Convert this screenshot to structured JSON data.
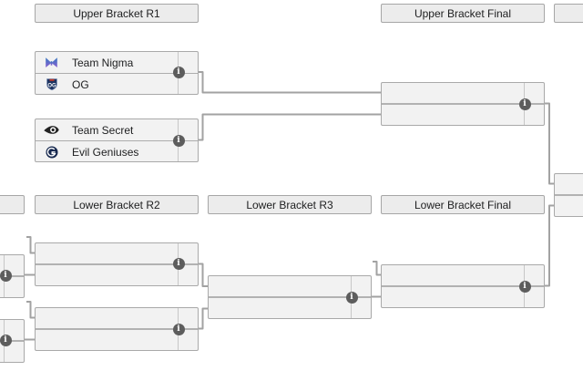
{
  "headers": {
    "upper_r1": "Upper Bracket R1",
    "upper_final": "Upper Bracket Final",
    "lower_r2": "Lower Bracket R2",
    "lower_r3": "Lower Bracket R3",
    "lower_final": "Lower Bracket Final"
  },
  "matches": {
    "ub_r1_m1": {
      "slots": [
        {
          "name": "Team Nigma",
          "score": "",
          "logo_icon": "team-nigma-logo"
        },
        {
          "name": "OG",
          "score": "",
          "logo_icon": "og-logo"
        }
      ]
    },
    "ub_r1_m2": {
      "slots": [
        {
          "name": "Team Secret",
          "score": "",
          "logo_icon": "team-secret-logo"
        },
        {
          "name": "Evil Geniuses",
          "score": "",
          "logo_icon": "evil-geniuses-logo"
        }
      ]
    }
  },
  "icons": {
    "info_glyph": "i"
  },
  "colors": {
    "connector": "#a2a2a2",
    "box_bg": "#f2f2f2",
    "box_border": "#a9a9a9",
    "header_bg": "#ececec",
    "info_icon_bg": "#5d5d5d",
    "nigma_blue": "#3679c0",
    "nigma_purple": "#8a5fd2",
    "og_navy": "#1d3461",
    "og_red": "#c0392b",
    "secret_black": "#222222",
    "eg_navy": "#16284e"
  }
}
